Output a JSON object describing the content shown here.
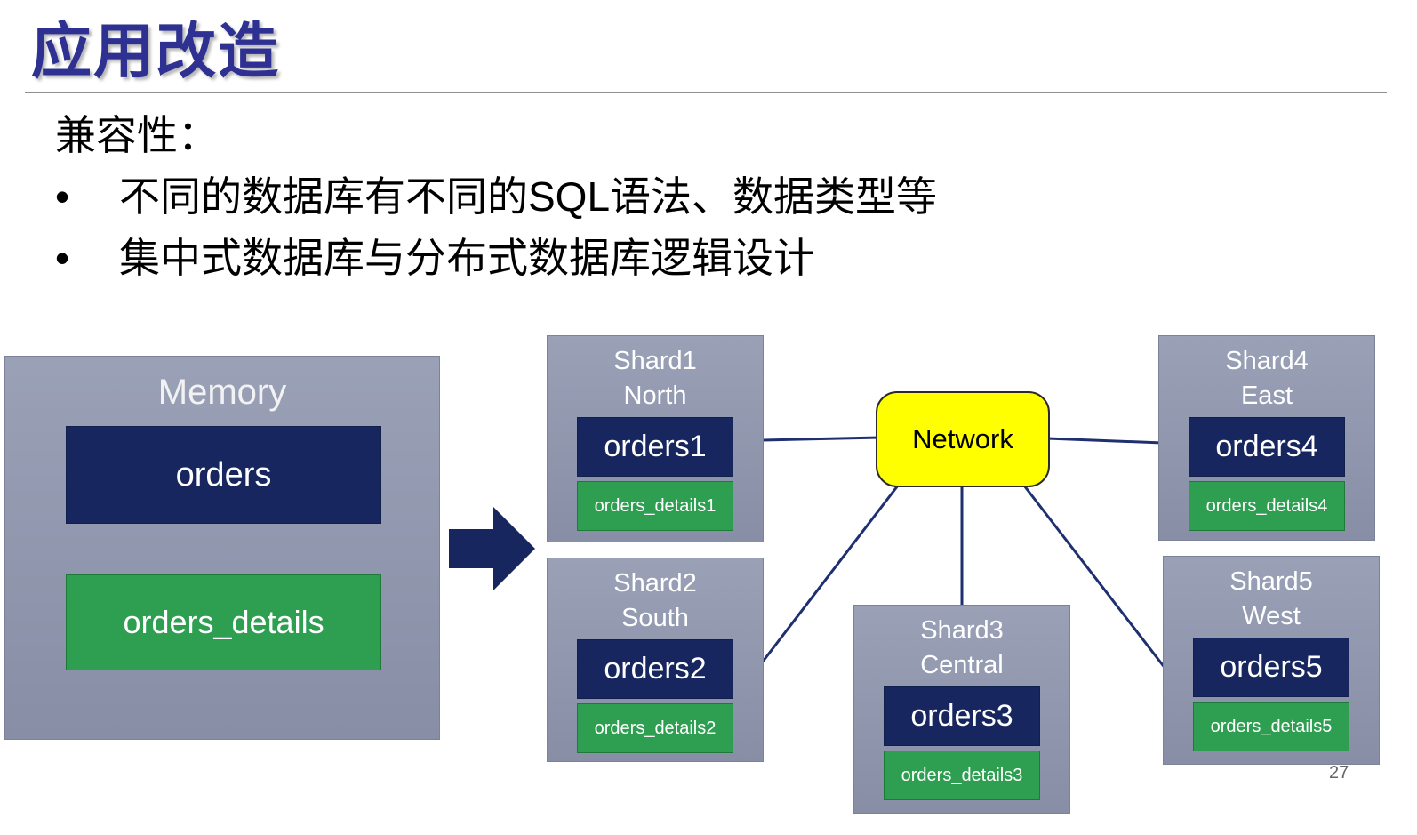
{
  "slide": {
    "title": "应用改造",
    "page_number": "27"
  },
  "content": {
    "heading": "兼容性：",
    "marker": "•",
    "bullets": [
      "不同的数据库有不同的SQL语法、数据类型等",
      "集中式数据库与分布式数据库逻辑设计"
    ]
  },
  "diagram": {
    "memory": {
      "title": "Memory",
      "orders": "orders",
      "details": "orders_details"
    },
    "network": {
      "label": "Network"
    },
    "shards": [
      {
        "name": "Shard1",
        "region": "North",
        "orders": "orders1",
        "details": "orders_details1"
      },
      {
        "name": "Shard2",
        "region": "South",
        "orders": "orders2",
        "details": "orders_details2"
      },
      {
        "name": "Shard3",
        "region": "Central",
        "orders": "orders3",
        "details": "orders_details3"
      },
      {
        "name": "Shard4",
        "region": "East",
        "orders": "orders4",
        "details": "orders_details4"
      },
      {
        "name": "Shard5",
        "region": "West",
        "orders": "orders5",
        "details": "orders_details5"
      }
    ],
    "colors": {
      "title_blue": "#2E3192",
      "shard_bg": "#8E95AB",
      "navy_table": "#17265E",
      "green_table": "#2E9E51",
      "network_yellow": "#FFFF00",
      "connector_line": "#1F3070"
    }
  }
}
